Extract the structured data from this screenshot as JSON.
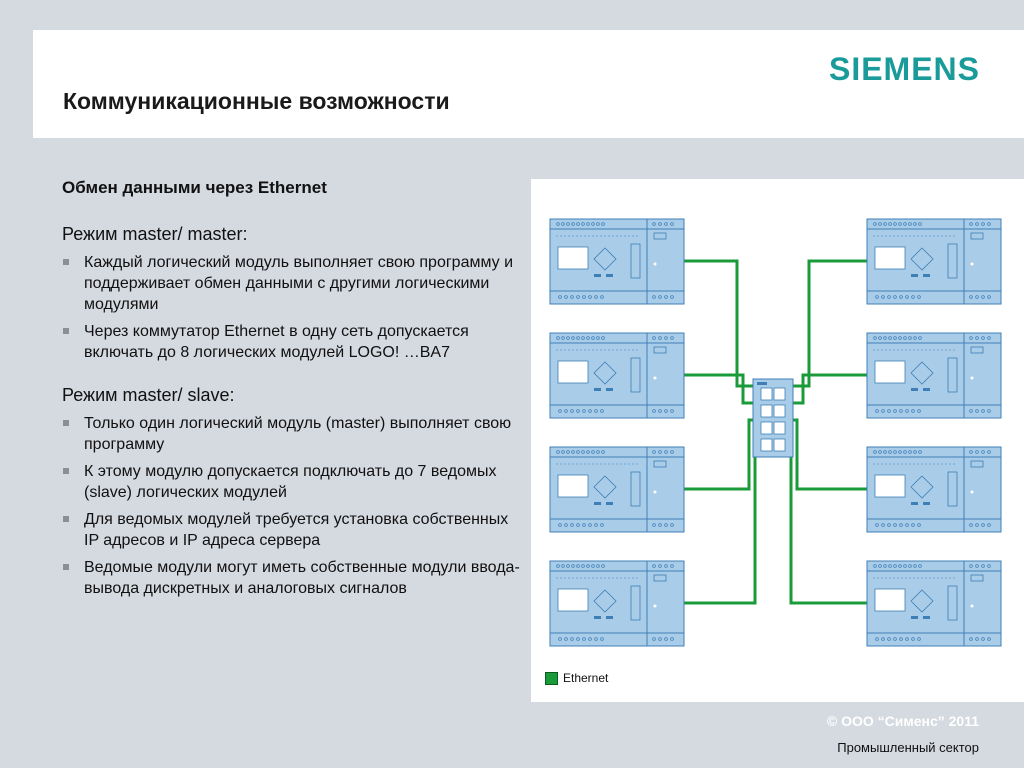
{
  "header": {
    "title": "Коммуникационные возможности",
    "logo": "SIEMENS"
  },
  "content": {
    "subtitle": "Обмен данными через Ethernet",
    "mode1": {
      "title": "Режим master/ master:",
      "bullets": [
        "Каждый логический модуль выполняет свою программу и поддерживает обмен данными с другими логическими модулями",
        "Через коммутатор Ethernet в одну сеть допускается включать до 8 логических модулей LOGO! …BA7"
      ]
    },
    "mode2": {
      "title": "Режим master/ slave:",
      "bullets": [
        "Только один логический модуль (master) выполняет свою программу",
        "К этому модулю допускается подключать до 7 ведомых (slave) логических модулей",
        "Для ведомых модулей требуется установка собственных IP адресов и IP адреса сервера",
        "Ведомые модули могут иметь собственные модули ввода-вывода дискретных и аналоговых сигналов"
      ]
    }
  },
  "diagram": {
    "legend_label": "Ethernet",
    "module_count_per_side": 4,
    "colors": {
      "cable": "#1b9a3a",
      "module_fill": "#a9cce8",
      "module_stroke": "#3f7fb7"
    }
  },
  "footer": {
    "copyright": "© ООО “Сименс” 2011",
    "sector": "Промышленный сектор"
  }
}
